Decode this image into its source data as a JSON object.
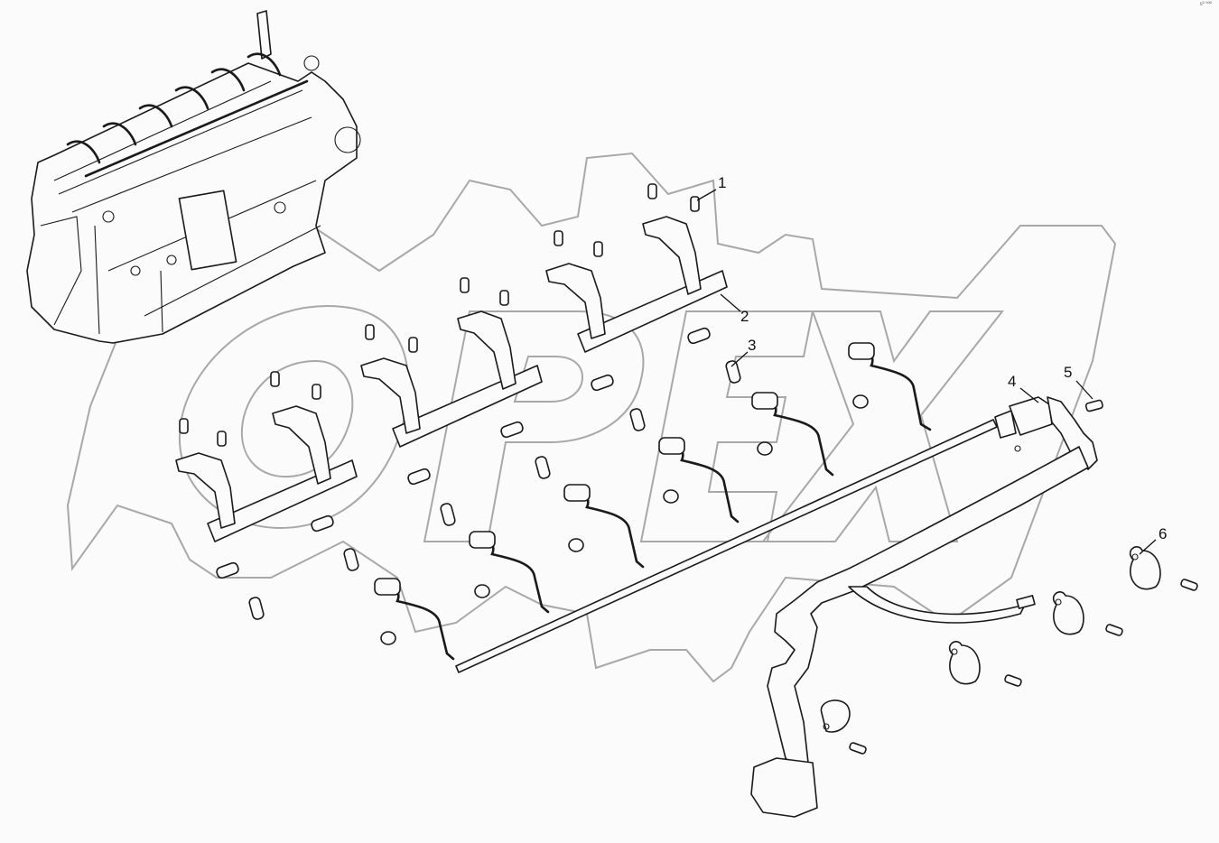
{
  "diagram": {
    "title": "Engine wiring harness / injector harness exploded view",
    "watermark": "OPEX",
    "corner_code": "sº ººº",
    "callouts": [
      {
        "id": "1",
        "label": "1",
        "part": "screw"
      },
      {
        "id": "2",
        "label": "2",
        "part": "harness carrier bracket"
      },
      {
        "id": "3",
        "label": "3",
        "part": "clip"
      },
      {
        "id": "4",
        "label": "4",
        "part": "wiring harness connector"
      },
      {
        "id": "5",
        "label": "5",
        "part": "screw"
      },
      {
        "id": "6",
        "label": "6",
        "part": "clamp"
      }
    ],
    "colors": {
      "background": "#fbfbfb",
      "line_art": "#1a1a1a",
      "watermark": "#a8a8a8"
    }
  }
}
